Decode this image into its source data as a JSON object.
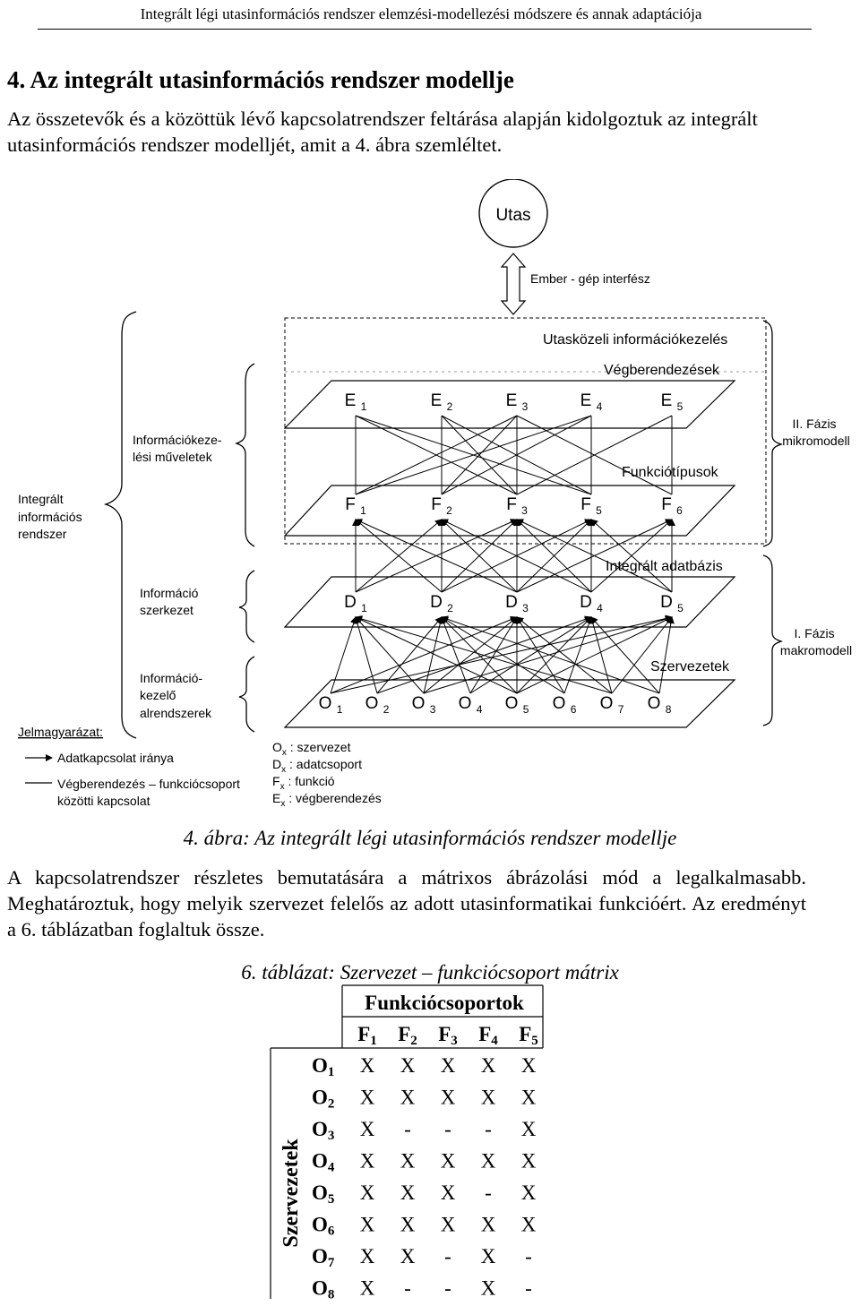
{
  "header": {
    "title": "Integrált légi utasinformációs rendszer elemzési-modellezési módszere és annak adaptációja"
  },
  "section": {
    "title": "4.  Az integrált utasinformációs rendszer modellje"
  },
  "intro": "Az összetevők és a közöttük lévő kapcsolatrendszer feltárása alapján kidolgoztuk az integrált utasinformációs rendszer modelljét, amit a 4. ábra szemléltet.",
  "figure": {
    "utas": "Utas",
    "interface": "Ember - gép interfész",
    "plane_titles": {
      "utaskozeli": "Utasközeli információkezelés",
      "vegberendezesek": "Végberendezések",
      "funkciotipusok": "Funkciótípusok",
      "adatbazis": "Integrált adatbázis",
      "szervezetek": "Szervezetek"
    },
    "E": [
      "E 1",
      "E 2",
      "E 3",
      "E 4",
      "E 5"
    ],
    "F": [
      "F 1",
      "F 2",
      "F 3",
      "F 5",
      "F 6"
    ],
    "D": [
      "D 1",
      "D 2",
      "D 3",
      "D 4",
      "D 5"
    ],
    "O": [
      "O 1",
      "O 2",
      "O 3",
      "O 4",
      "O 5",
      "O 6",
      "O 7",
      "O 8"
    ],
    "left": {
      "system": [
        "Integrált",
        "információs",
        "rendszer"
      ],
      "ops": [
        "Információkeze-",
        "lési műveletek"
      ],
      "struct": [
        "Információ",
        "szerkezet"
      ],
      "sub": [
        "Információ-",
        "kezelő",
        "alrendszerek"
      ]
    },
    "phases": {
      "micro": [
        "II. Fázis",
        "mikromodell"
      ],
      "macro": [
        "I. Fázis",
        "makromodell"
      ]
    },
    "legend": {
      "title": "Jelmagyarázat:",
      "arrow": "Adatkapcsolat iránya",
      "line": [
        "Végberendezés – funkciócsoport",
        "közötti kapcsolat"
      ]
    },
    "definitions": [
      {
        "sym": "O",
        "sub": "x",
        "text": ": szervezet"
      },
      {
        "sym": "D",
        "sub": "x",
        "text": ": adatcsoport"
      },
      {
        "sym": "F",
        "sub": "x",
        "text": ": funkció"
      },
      {
        "sym": "E",
        "sub": "x",
        "text": ": végberendezés"
      }
    ]
  },
  "figure_caption": "4. ábra: Az integrált légi utasinformációs rendszer modellje",
  "after_figure": "A kapcsolatrendszer részletes bemutatására a mátrixos ábrázolási mód a legalkalmasabb. Meghatároztuk, hogy melyik szervezet felelős az adott utasinformatikai funkcióért. Az eredményt a 6. táblázatban foglaltuk össze.",
  "table_caption": "6. táblázat: Szervezet – funkciócsoport mátrix",
  "matrix": {
    "col_group": "Funkciócsoportok",
    "row_group": "Szervezetek",
    "columns": [
      {
        "sym": "F",
        "sub": "1"
      },
      {
        "sym": "F",
        "sub": "2"
      },
      {
        "sym": "F",
        "sub": "3"
      },
      {
        "sym": "F",
        "sub": "4"
      },
      {
        "sym": "F",
        "sub": "5"
      }
    ],
    "rows": [
      {
        "sym": "O",
        "sub": "1",
        "cells": [
          "X",
          "X",
          "X",
          "X",
          "X"
        ]
      },
      {
        "sym": "O",
        "sub": "2",
        "cells": [
          "X",
          "X",
          "X",
          "X",
          "X"
        ]
      },
      {
        "sym": "O",
        "sub": "3",
        "cells": [
          "X",
          "-",
          "-",
          "-",
          "X"
        ]
      },
      {
        "sym": "O",
        "sub": "4",
        "cells": [
          "X",
          "X",
          "X",
          "X",
          "X"
        ]
      },
      {
        "sym": "O",
        "sub": "5",
        "cells": [
          "X",
          "X",
          "X",
          "-",
          "X"
        ]
      },
      {
        "sym": "O",
        "sub": "6",
        "cells": [
          "X",
          "X",
          "X",
          "X",
          "X"
        ]
      },
      {
        "sym": "O",
        "sub": "7",
        "cells": [
          "X",
          "X",
          "-",
          "X",
          "-"
        ]
      },
      {
        "sym": "O",
        "sub": "8",
        "cells": [
          "X",
          "-",
          "-",
          "X",
          "-"
        ]
      }
    ]
  }
}
